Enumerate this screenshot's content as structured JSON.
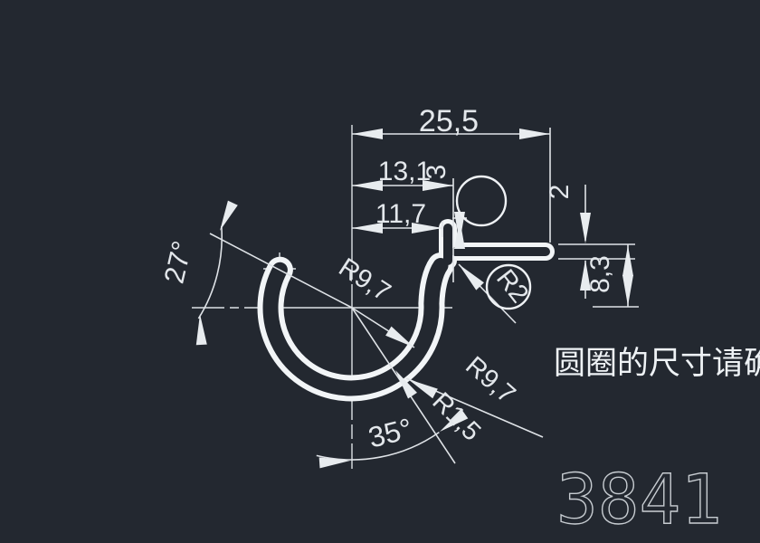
{
  "background": "#232830",
  "line_color": "#dfe3e7",
  "dimensions": {
    "total_width": "25,5",
    "lip_inner_offset": "13,1",
    "lip_outer_offset": "11,7",
    "lip_height": "3",
    "flange_thickness": "2",
    "drop_height": "8,3",
    "tip_angle": "27°",
    "inner_radius_upper": "R9,7",
    "inner_radius_lower": "R9,7",
    "corner_fillet": "R2",
    "small_fillet": "R1,5",
    "opening_angle": "35°"
  },
  "note": "圆圈的尺寸请确认",
  "drawing_number": "3841"
}
